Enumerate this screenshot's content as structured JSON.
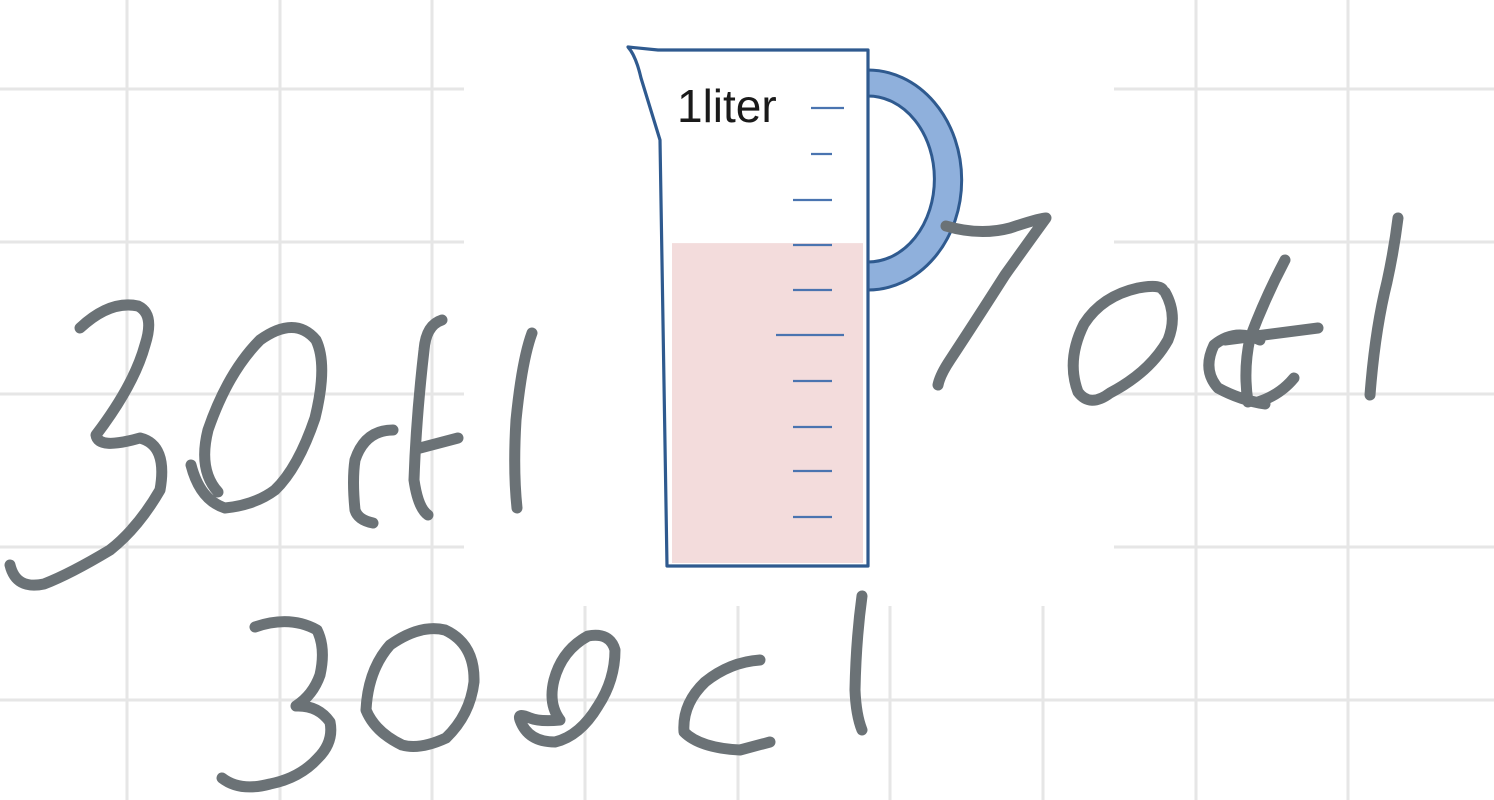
{
  "jug": {
    "label": "1liter",
    "fill_fraction": 0.7
  },
  "handwriting": {
    "left": "30dl",
    "right": "7dl",
    "bottom": "300cl"
  },
  "colors": {
    "ink": "#6b7276",
    "grid": "#e6e6e6",
    "jug_outline": "#2f5a8f",
    "handle": "#8fb0dc",
    "liquid": "#f3dcdc",
    "tick": "#4a74b0"
  }
}
